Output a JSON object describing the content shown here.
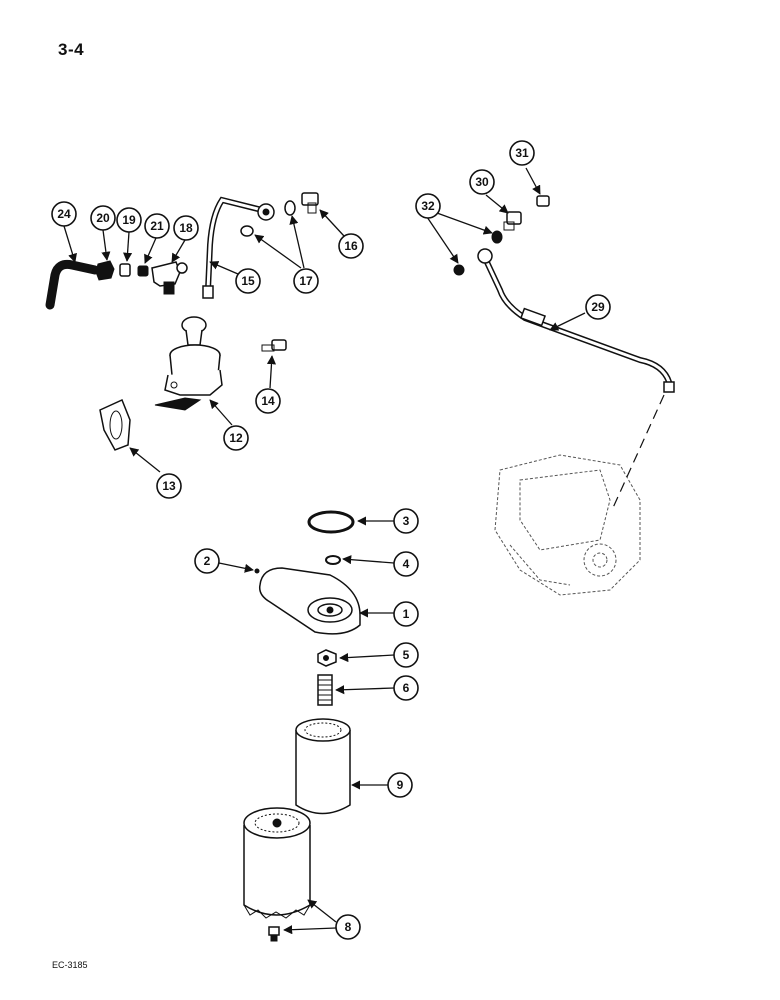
{
  "page": {
    "number": "3-4",
    "figure_code": "EC-3185"
  },
  "callouts": [
    "1",
    "2",
    "3",
    "4",
    "5",
    "6",
    "8",
    "9",
    "12",
    "13",
    "14",
    "15",
    "16",
    "17",
    "18",
    "19",
    "20",
    "21",
    "24",
    "29",
    "30",
    "31",
    "32"
  ],
  "colors": {
    "ink": "#111111",
    "paper": "#ffffff"
  }
}
